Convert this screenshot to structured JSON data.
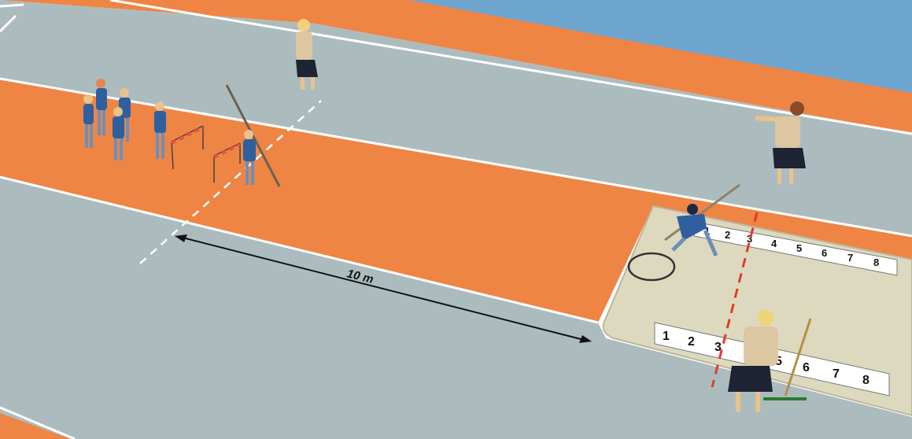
{
  "scene": {
    "distance_label": "10 m",
    "board_far_numbers": [
      "1",
      "2",
      "3",
      "4",
      "5",
      "6",
      "7",
      "8"
    ],
    "board_near_numbers": [
      "1",
      "2",
      "3",
      "",
      "5",
      "6",
      "7",
      "8"
    ],
    "colors": {
      "track_orange": "#ee8545",
      "track_grey": "#acbcbe",
      "field_blue": "#6ea5cf",
      "landing_sand": "#ddd9bf",
      "student_shirt": "#2f5f9e",
      "coach_shirt": "#dcc7a2",
      "marker_red": "#e23a2a"
    }
  }
}
